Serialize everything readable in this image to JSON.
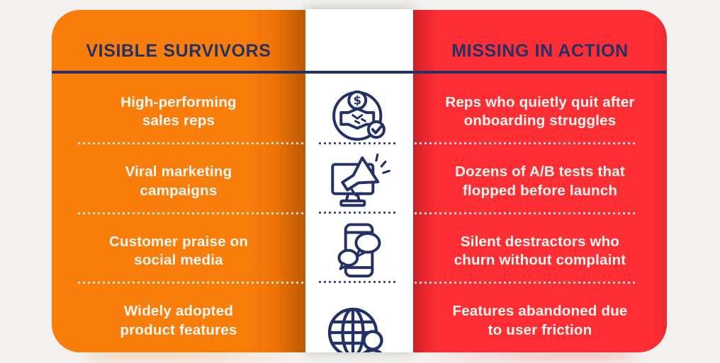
{
  "colors": {
    "background": "#F2F1EF",
    "orange": "#F97D0B",
    "orange_edge": "#BC5902",
    "red": "#FF2E35",
    "red_edge": "#C32127",
    "navy": "#243164",
    "text_light": "#FDF8F2",
    "strip_white": "#FFFFFF"
  },
  "comparison": {
    "left": {
      "header": "VISIBLE SURVIVORS",
      "items": [
        {
          "line1": "High-performing",
          "line2": "sales reps"
        },
        {
          "line1": "Viral marketing",
          "line2": "campaigns"
        },
        {
          "line1": "Customer praise on",
          "line2": "social media"
        },
        {
          "line1": "Widely adopted",
          "line2": "product features"
        }
      ]
    },
    "right": {
      "header": "MISSING IN ACTION",
      "items": [
        {
          "line1": "Reps who quietly quit after",
          "line2": "onboarding struggles"
        },
        {
          "line1": "Dozens of A/B tests that",
          "line2": "flopped before launch"
        },
        {
          "line1": "Silent destractors who",
          "line2": "churn without complaint"
        },
        {
          "line1": "Features abandoned due",
          "line2": "to user friction"
        }
      ]
    },
    "icons": [
      {
        "name": "handshake-dollar-check-icon",
        "glyph": "$"
      },
      {
        "name": "megaphone-monitor-icon"
      },
      {
        "name": "smartphone-chat-bubbles-icon"
      },
      {
        "name": "globe-user-icon"
      }
    ]
  }
}
